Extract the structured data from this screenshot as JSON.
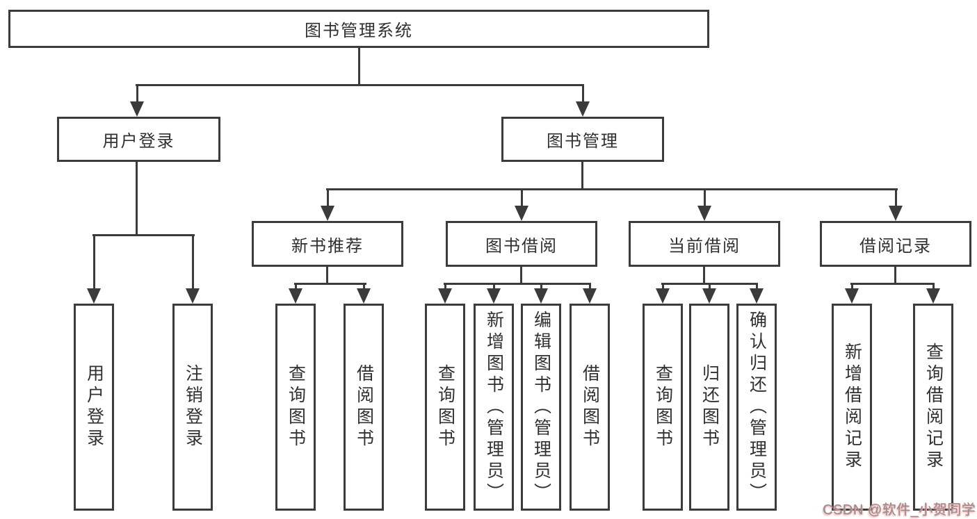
{
  "diagram": {
    "root": {
      "label": "图书管理系统"
    },
    "level1": [
      {
        "label": "用户登录"
      },
      {
        "label": "图书管理"
      }
    ],
    "level2": [
      {
        "label": "新书推荐"
      },
      {
        "label": "图书借阅"
      },
      {
        "label": "当前借阅"
      },
      {
        "label": "借阅记录"
      }
    ],
    "leaves": {
      "user_login": [
        {
          "label": "用户登录"
        },
        {
          "label": "注销登录"
        }
      ],
      "new_books": [
        {
          "label": "查询图书"
        },
        {
          "label": "借阅图书"
        }
      ],
      "book_borrow": [
        {
          "label": "查询图书"
        },
        {
          "label": "新增图书（管理员）"
        },
        {
          "label": "编辑图书（管理员）"
        },
        {
          "label": "借阅图书"
        }
      ],
      "current_borrow": [
        {
          "label": "查询图书"
        },
        {
          "label": "归还图书"
        },
        {
          "label": "确认归还（管理员）"
        }
      ],
      "borrow_records": [
        {
          "label": "新增借阅记录"
        },
        {
          "label": "查询借阅记录"
        }
      ]
    }
  },
  "watermark": {
    "text": "CSDN @软件_小贺同学"
  },
  "colors": {
    "line": "#3b3b3b",
    "text": "#303030",
    "bg": "#ffffff",
    "wm_gray": "#8f8f8f",
    "wm_pink": "#f2a9a9"
  }
}
